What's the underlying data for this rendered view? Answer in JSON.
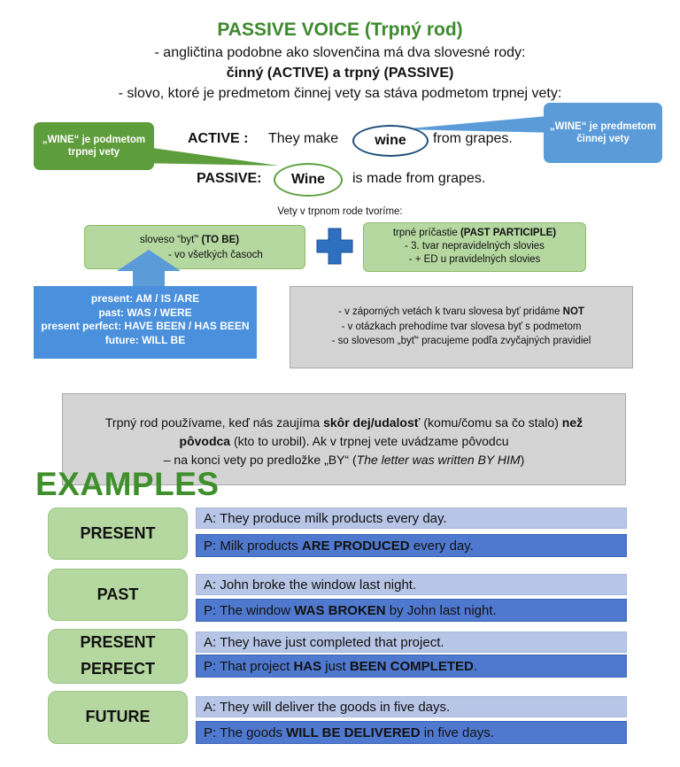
{
  "header": {
    "title": "PASSIVE VOICE (Trpný rod)",
    "intro_line1": "-   angličtina podobne ako slovenčina má dva slovesné rody:",
    "intro_line2": "činný (ACTIVE) a trpný (PASSIVE)",
    "intro_line3": "- slovo, ktoré je predmetom činnej vety sa stáva podmetom trpnej vety:"
  },
  "callouts": {
    "green": "„WINE“ je podmetom trpnej vety",
    "blue": "„WINE“ je predmetom činnej vety"
  },
  "active": {
    "label": "ACTIVE :",
    "before": "They make",
    "word": "wine",
    "after": "from grapes."
  },
  "passive": {
    "label": "PASSIVE:",
    "word": "Wine",
    "after": "is made from grapes."
  },
  "formation": {
    "heading": "Vety v trpnom rode tvoríme:",
    "left_line1_a": "sloveso “byť” ",
    "left_line1_b": "(TO BE)",
    "left_line2": "- vo všetkých časoch",
    "right_line1_a": "trpné príčastie ",
    "right_line1_b": "(PAST PARTICIPLE)",
    "right_line2": "-    3. tvar nepravidelných slovies",
    "right_line3": "-    + ED u pravidelných slovies"
  },
  "be_forms": {
    "present": "present: AM / IS /ARE",
    "past": "past: WAS / WERE",
    "present_perfect": "present perfect: HAVE BEEN / HAS BEEN",
    "future": "future: WILL BE"
  },
  "notes": {
    "line1_a": "- v záporných vetách k tvaru slovesa byť pridáme ",
    "line1_b": "NOT",
    "line2": "- v otázkach prehodíme tvar slovesa byť s podmetom",
    "line3": "- so slovesom „byť“ pracujeme podľa zvyčajných pravidiel"
  },
  "usage": {
    "p1": "Trpný rod používame, keď nás zaujíma ",
    "p2": "skôr dej/udalosť",
    "p3": " (komu/čomu sa čo stalo) ",
    "p4": "než",
    "p5": "pôvodca",
    "p6": " (kto to urobil). Ak v trpnej vete uvádzame pôvodcu",
    "p7": "– na konci vety po predložke „BY“ (",
    "p8": "The letter was written BY HIM",
    "p9": ")"
  },
  "examples": {
    "heading": "EXAMPLES",
    "rows": [
      {
        "tense": "PRESENT",
        "active": "A: They produce milk products every day.",
        "p_before": "P: Milk products ",
        "p_bold1": "ARE PRODUCED",
        "p_mid": "",
        "p_bold2": "",
        "p_after": " every day."
      },
      {
        "tense": "PAST",
        "active": "A: John broke the window last night.",
        "p_before": "P: The window ",
        "p_bold1": "WAS BROKEN",
        "p_mid": "",
        "p_bold2": "",
        "p_after": " by John last night."
      },
      {
        "tense_line1": "PRESENT",
        "tense_line2": "PERFECT",
        "active": "A: They have just completed that project.",
        "p_before": "P: That project ",
        "p_bold1": "HAS",
        "p_mid": " just ",
        "p_bold2": "BEEN COMPLETED",
        "p_after": "."
      },
      {
        "tense": "FUTURE",
        "active": "A: They will deliver the goods in five days.",
        "p_before": "P: The goods ",
        "p_bold1": "WILL BE DELIVERED",
        "p_mid": "",
        "p_bold2": "",
        "p_after": " in five days."
      }
    ]
  }
}
